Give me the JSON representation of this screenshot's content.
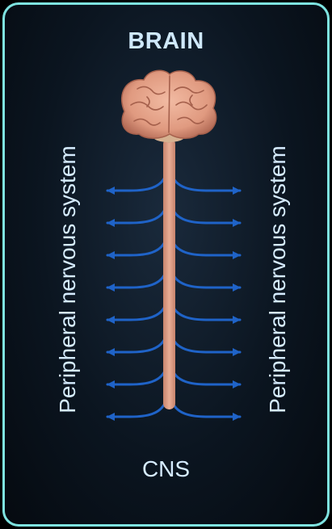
{
  "title": "BRAIN",
  "bottom_label": "CNS",
  "left_label": "Peripheral nervous system",
  "right_label": "Peripheral nervous system",
  "colors": {
    "border": "#7ee3e0",
    "arrow": "#1f63c8",
    "spinal_cord": "#d99c84",
    "brain": "#e7a58c",
    "text": "#d6ecff"
  },
  "icons": {
    "brain": "brain-icon"
  }
}
